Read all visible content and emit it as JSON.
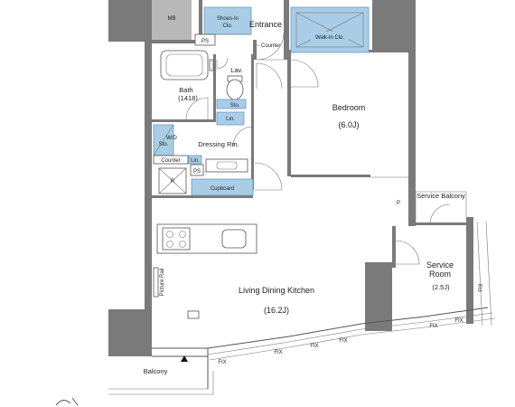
{
  "labels": {
    "mb": "MB",
    "shoes_in_clo_1": "Shoes-In",
    "shoes_in_clo_2": "Clo.",
    "entrance": "Entrance",
    "ps_top": "PS",
    "counter_top": "Counter",
    "walk_in_clo": "Walk-in Clo.",
    "lav": "Lav.",
    "bath": "Bath",
    "bath_size": "(1418)",
    "sto": "Sto.",
    "lin_1": "Lin.",
    "wd": "W/D",
    "sto_2": "Sto.",
    "dressing_rm": "Dressing Rm.",
    "counter_mid": "Counter",
    "lin_2": "Lin.",
    "ps_mid": "PS",
    "r_label": "R",
    "cupboard": "Cupboard",
    "bedroom": "Bedroom",
    "bedroom_size": "(6.0J)",
    "service_balcony": "Service Balcony",
    "p_label": "P",
    "service_room_1": "Service",
    "service_room_2": "Room",
    "service_room_size": "(2.5J)",
    "ldk": "Living Dining Kitchen",
    "ldk_size": "(16.2J)",
    "picture_rail": "Picture Rail",
    "balcony": "Balcony",
    "fix_1": "FIX",
    "fix_2": "FIX",
    "fix_3": "FIX",
    "fix_4": "FIX",
    "fix_5": "FIX",
    "fix_6": "FIX",
    "fix_7": "FIX"
  }
}
